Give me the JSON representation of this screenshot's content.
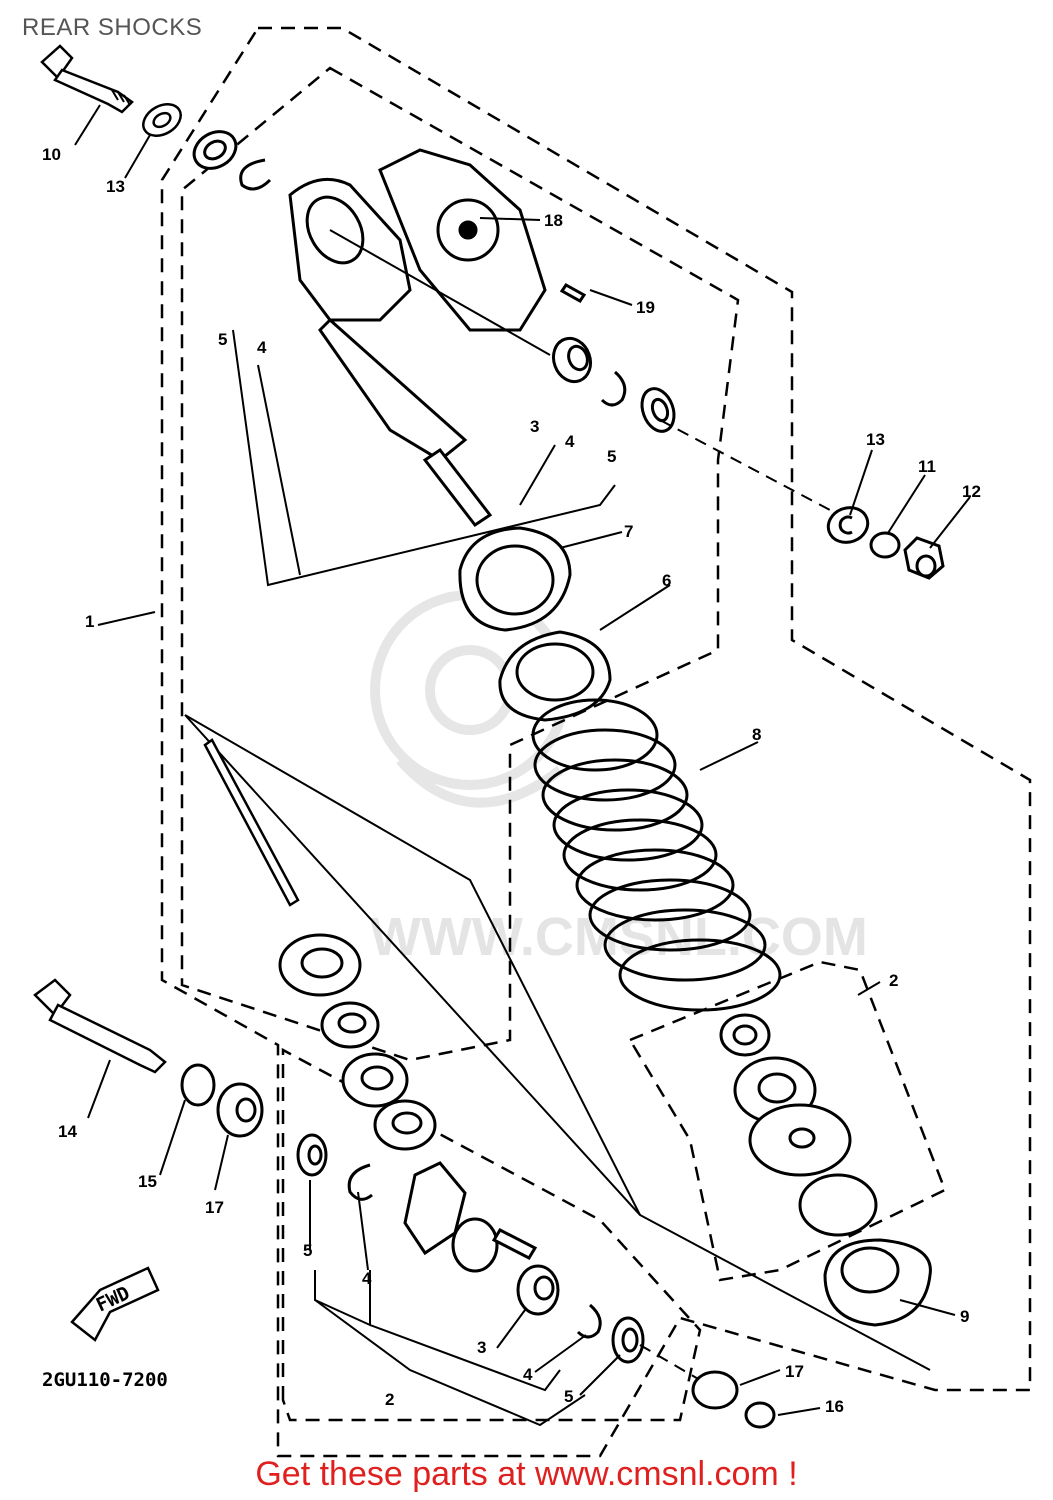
{
  "title": "REAR SHOCKS",
  "watermark": "WWW.CMSNL.COM",
  "diagram_code": "2GU110-7200",
  "fwd_label": "FWD",
  "callouts": [
    {
      "id": "c10",
      "text": "10"
    },
    {
      "id": "c13a",
      "text": "13"
    },
    {
      "id": "c18",
      "text": "18"
    },
    {
      "id": "c19",
      "text": "19"
    },
    {
      "id": "c5a",
      "text": "5"
    },
    {
      "id": "c4a",
      "text": "4"
    },
    {
      "id": "c3a",
      "text": "3"
    },
    {
      "id": "c4b",
      "text": "4"
    },
    {
      "id": "c5b",
      "text": "5"
    },
    {
      "id": "c13b",
      "text": "13"
    },
    {
      "id": "c11",
      "text": "11"
    },
    {
      "id": "c12",
      "text": "12"
    },
    {
      "id": "c7",
      "text": "7"
    },
    {
      "id": "c6",
      "text": "6"
    },
    {
      "id": "c1",
      "text": "1"
    },
    {
      "id": "c8",
      "text": "8"
    },
    {
      "id": "c2a",
      "text": "2"
    },
    {
      "id": "c14",
      "text": "14"
    },
    {
      "id": "c15",
      "text": "15"
    },
    {
      "id": "c17a",
      "text": "17"
    },
    {
      "id": "c5c",
      "text": "5"
    },
    {
      "id": "c4c",
      "text": "4"
    },
    {
      "id": "c3b",
      "text": "3"
    },
    {
      "id": "c4d",
      "text": "4"
    },
    {
      "id": "c5d",
      "text": "5"
    },
    {
      "id": "c2b",
      "text": "2"
    },
    {
      "id": "c9",
      "text": "9"
    },
    {
      "id": "c17b",
      "text": "17"
    },
    {
      "id": "c16",
      "text": "16"
    }
  ],
  "footer_text": "Get these parts at www.cmsnl.com !"
}
